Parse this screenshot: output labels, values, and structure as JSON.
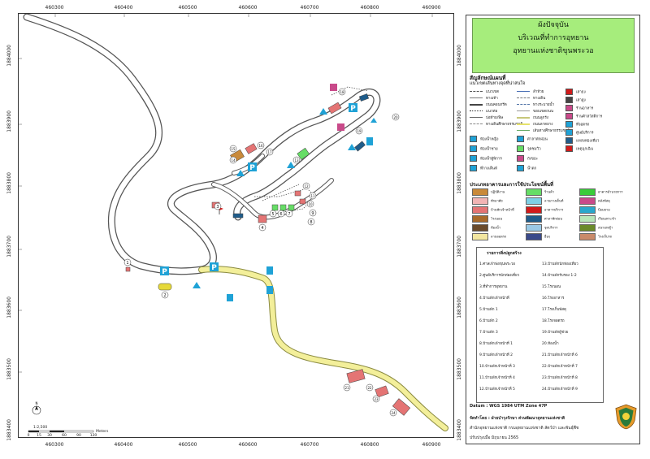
{
  "title": {
    "line1": "ผังปัจจุบัน",
    "line2": "บริเวณที่ทำการอุทยาน",
    "line3": "อุทยานแห่งชาติขุนพระวอ"
  },
  "axes": {
    "x_ticks": [
      "460300",
      "460400",
      "460500",
      "460600",
      "460700",
      "460800",
      "460900"
    ],
    "y_ticks": [
      "1884000",
      "1883900",
      "1883800",
      "1883700",
      "1883600",
      "1883500",
      "1883400"
    ]
  },
  "scale": {
    "ratio": "1:2,500",
    "unit": "Meters",
    "ticks": [
      "0",
      "15",
      "30",
      "60",
      "90",
      "120"
    ]
  },
  "legend": {
    "heading": "สัญลักษณ์แผนที่",
    "subheading": "แนวเขตเส้นทางจุดที่น่าสนใจ",
    "lines": [
      {
        "label": "แนวเขต",
        "color": "#555555"
      },
      {
        "label": "ทางเท้า",
        "color": "#7a7a7a"
      },
      {
        "label": "ถนนคอนกรีต",
        "color": "#444444"
      },
      {
        "label": "แนวท่อ",
        "color": "#333333"
      },
      {
        "label": "บ่อท้าย/พิษ",
        "color": "#6a6a6a"
      },
      {
        "label": "ทางเดินศึกษาธรรมชาติ",
        "color": "#888888"
      },
      {
        "label": "ลำห้วย",
        "color": "#4a6fb5"
      },
      {
        "label": "ทางเดิน",
        "color": "#777777"
      },
      {
        "label": "ทางระบายน้ำ",
        "color": "#5577aa"
      },
      {
        "label": "ขอบเขตถนน",
        "color": "#999999"
      },
      {
        "label": "ถนนลูกรัง",
        "color": "#c7c77a"
      },
      {
        "label": "ถนนลาดยาง",
        "color": "#e6e26a"
      },
      {
        "label": "เส้นทางศึกษาธรรมชาติ",
        "color": "#66aa66"
      }
    ],
    "icons": [
      {
        "label": "เสาธง",
        "icon": "flag-icon"
      },
      {
        "label": "เสาสูง",
        "icon": "pole-icon"
      },
      {
        "label": "ห้องน้ำหญิง",
        "icon": "wc-female-icon"
      },
      {
        "label": "ห้องน้ำชาย",
        "icon": "wc-male-icon"
      },
      {
        "label": "ห้องน้ำผู้พิการ",
        "icon": "wc-disabled-icon"
      },
      {
        "label": "ที่กางเต็นท์",
        "icon": "tent-icon"
      },
      {
        "label": "ศาลาพักผ่อน",
        "icon": "shelter-icon"
      },
      {
        "label": "ร้านอาหาร",
        "icon": "restaurant-icon"
      },
      {
        "label": "ร้านค้าสวัสดิการ",
        "icon": "shop-icon"
      },
      {
        "label": "ที่จอดรถ",
        "icon": "parking-icon"
      },
      {
        "label": "จุดชมวิว",
        "icon": "viewpoint-icon"
      },
      {
        "label": "ศูนย์บริการ",
        "icon": "info-icon"
      },
      {
        "label": "แหล่งท่องเที่ยว",
        "icon": "attraction-icon"
      },
      {
        "label": "ถังขยะ",
        "icon": "trash-icon"
      },
      {
        "label": "น้ำตก",
        "icon": "waterfall-icon"
      },
      {
        "label": "เหตุฉุกเฉิน",
        "icon": "emergency-icon"
      }
    ]
  },
  "landuse": {
    "heading": "ประเภทอาคารและการใช้ประโยชน์พื้นที่",
    "items": [
      {
        "label": "ปฏิบัติงาน",
        "color": "#c98a3a"
      },
      {
        "label": "พักอาศัย",
        "color": "#f2b5b5"
      },
      {
        "label": "บ้านพักเจ้าหน้าที่",
        "color": "#e47474"
      },
      {
        "label": "โรงนอน",
        "color": "#a86a2a"
      },
      {
        "label": "ห้องน้ำ",
        "color": "#6a4a2a"
      },
      {
        "label": "ลานจอดรถ",
        "color": "#f2e6a0"
      },
      {
        "label": "ร้านค้า",
        "color": "#66dd66"
      },
      {
        "label": "ลานกางเต็นท์",
        "color": "#7ed0e6"
      },
      {
        "label": "อาคารบริการ",
        "color": "#d11a1a"
      },
      {
        "label": "ศาลาพักผ่อน",
        "color": "#1f5c8a"
      },
      {
        "label": "จุดบริการ",
        "color": "#9ac9e6"
      },
      {
        "label": "อื่นๆ",
        "color": "#3a4a8a"
      },
      {
        "label": "อาคารอำนวยการ",
        "color": "#3acc3a"
      },
      {
        "label": "คลังพัสดุ",
        "color": "#c94a8a"
      },
      {
        "label": "ป้อมยาม",
        "color": "#2aa7cc"
      },
      {
        "label": "เรือนเพาะชำ",
        "color": "#b8e6b8"
      },
      {
        "label": "สนามหญ้า",
        "color": "#6a8a2a"
      },
      {
        "label": "โรงเก็บรถ",
        "color": "#c98a6a"
      }
    ]
  },
  "poi": {
    "heading": "รายการสิ่งปลูกสร้าง",
    "items": [
      "1.ศาลเจ้าพ่อขุนพระวอ",
      "2.ศูนย์บริการนักท่องเที่ยว",
      "3.ที่ทำการอุทยาน",
      "4.บ้านพักเจ้าหน้าที่",
      "5.บ้านพัก 1",
      "6.บ้านพัก 2",
      "7.บ้านพัก 3",
      "8.บ้านพักเจ้าหน้าที่ 1",
      "9.บ้านพักเจ้าหน้าที่ 2",
      "10.บ้านพักเจ้าหน้าที่ 3",
      "11.บ้านพักเจ้าหน้าที่ 4",
      "12.บ้านพักเจ้าหน้าที่ 5",
      "13.บ้านพักนักท่องเที่ยว",
      "14.บ้านพักรับรอง 1-2",
      "15.โรงนอน",
      "16.โรงอาหาร",
      "17.โรงเก็บพัสดุ",
      "18.โรงจอดรถ",
      "19.บ้านพักผู้ช่วย",
      "20.ห้องน้ำ",
      "21.บ้านพักเจ้าหน้าที่ 6",
      "22.บ้านพักเจ้าหน้าที่ 7",
      "23.บ้านพักเจ้าหน้าที่ 8",
      "24.บ้านพักเจ้าหน้าที่ 9"
    ]
  },
  "footer": {
    "datum": "Datum : WGS 1984 UTM Zone 47P",
    "producer": "จัดทำโดย : ฝ่ายบำรุงรักษา ส่วนพัฒนาอุทยานแห่งชาติ",
    "agency": "สำนักอุทยานแห่งชาติ กรมอุทยานแห่งชาติ สัตว์ป่า และพันธุ์พืช",
    "date": "ปรับปรุงเมื่อ มิถุนายน 2565"
  },
  "map": {
    "labels": [
      "1",
      "2",
      "3",
      "4",
      "5",
      "6",
      "7",
      "8",
      "9",
      "10",
      "11",
      "12",
      "13",
      "14",
      "15",
      "16",
      "17",
      "18",
      "19",
      "20",
      "21",
      "22",
      "23",
      "24"
    ],
    "parking_letter": "P",
    "north_letter": "N"
  },
  "colors": {
    "title_bg": "#a6ed7c",
    "road_asphalt": "#e6e26a",
    "road_concrete": "#ffffff",
    "road_outline": "#555555"
  }
}
